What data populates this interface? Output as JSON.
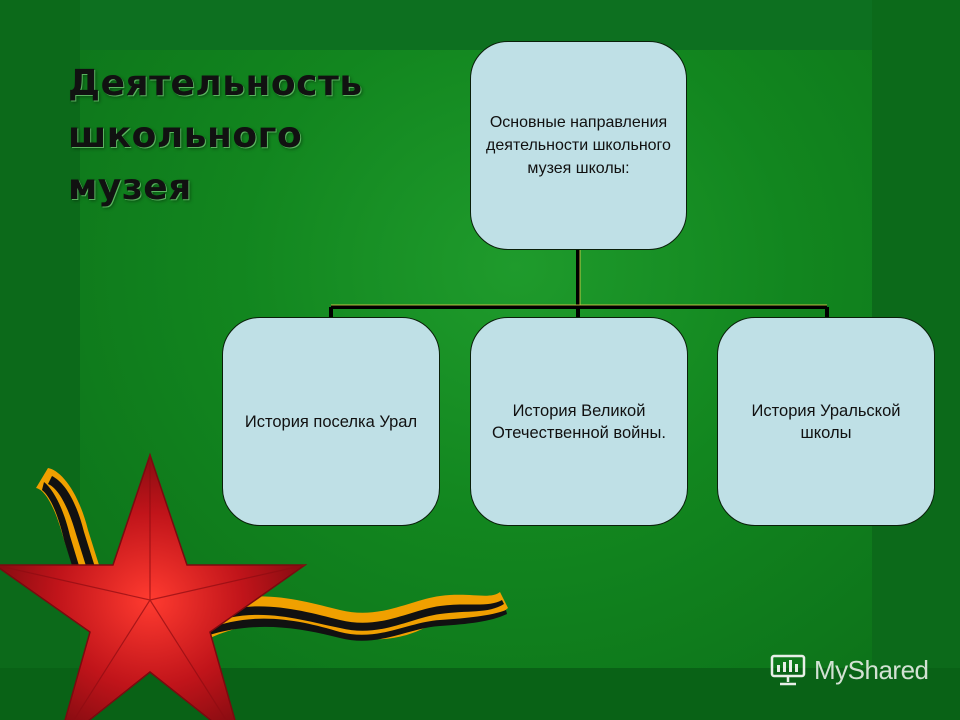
{
  "title": {
    "lines": [
      "Деятельность",
      "школьного",
      "музея"
    ]
  },
  "diagram": {
    "root": "Основные направления деятельности школьного музея школы:",
    "children": [
      "История поселка Урал",
      "История Великой Отечественной войны.",
      "История Уральской школы"
    ]
  },
  "watermark": "MyShared",
  "colors": {
    "background": "#0f7a1e",
    "node_fill": "#bfe0e6",
    "connector": "#000000",
    "star": "#c0141a",
    "ribbon_orange": "#f0a000"
  }
}
